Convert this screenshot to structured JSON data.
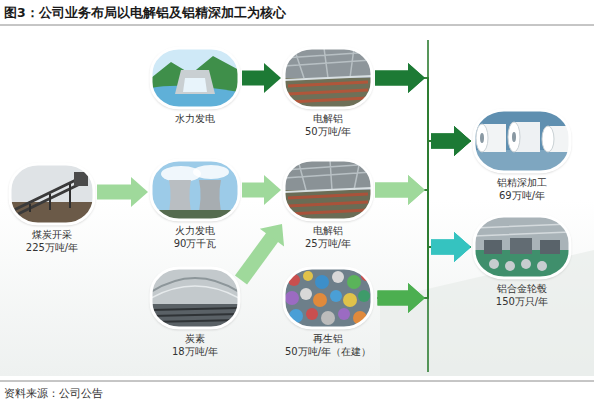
{
  "diagram": {
    "title": "图3：公司业务布局以电解铝及铝精深加工为核心",
    "caption": "资料来源：公司公告",
    "nodes": [
      {
        "text": [
          "水力发电"
        ]
      },
      {
        "text": [
          "电解铝",
          "50万吨/年"
        ]
      },
      {
        "text": [
          "煤炭开采",
          "225万吨/年"
        ]
      },
      {
        "text": [
          "火力发电",
          "90万千瓦"
        ]
      },
      {
        "text": [
          "电解铝",
          "25万吨/年"
        ]
      },
      {
        "text": [
          "炭素",
          "18万吨/年"
        ]
      },
      {
        "text": [
          "再生铝",
          "50万吨/年（在建）"
        ]
      },
      {
        "text": [
          "铝精深加工",
          "69万吨/年"
        ]
      },
      {
        "text": [
          "铝合金轮毂",
          "150万只/年"
        ]
      }
    ],
    "edges": [
      {
        "from": 0,
        "to": 1,
        "arrow": "to"
      },
      {
        "from": 2,
        "to": 3,
        "arrow": "to"
      },
      {
        "from": 3,
        "to": 4,
        "arrow": "to"
      },
      {
        "from": 5,
        "to": 4,
        "arrow": "to"
      },
      {
        "from": 1,
        "to": 7,
        "arrow": "to"
      },
      {
        "from": 1,
        "to": 8,
        "arrow": "to"
      },
      {
        "from": 4,
        "to": 7,
        "arrow": "to"
      },
      {
        "from": 4,
        "to": 8,
        "arrow": "to"
      },
      {
        "from": 6,
        "to": 7,
        "arrow": "to"
      },
      {
        "from": 6,
        "to": 8,
        "arrow": "to"
      }
    ]
  }
}
